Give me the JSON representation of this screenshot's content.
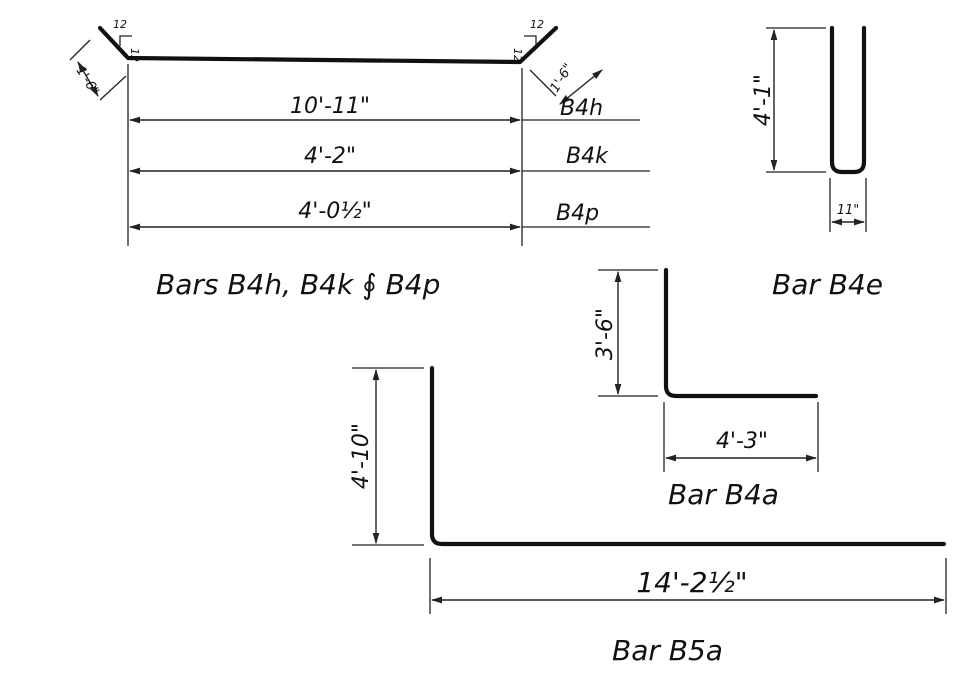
{
  "drawing": {
    "group_b4h": {
      "title": "Bars B4h, B4k ∮ B4p",
      "slope_rise_left": "12",
      "slope_run_left": "12",
      "slope_rise_right": "12",
      "slope_run_right": "12",
      "leg_left": "1'-6\"",
      "leg_right": "1'-6\"",
      "rows": [
        {
          "length": "10'-11\"",
          "mark": "B4h"
        },
        {
          "length": "4'-2\"",
          "mark": "B4k"
        },
        {
          "length": "4'-0½\"",
          "mark": "B4p"
        }
      ]
    },
    "bar_b4e": {
      "title": "Bar B4e",
      "height": "4'-1\"",
      "width": "11\""
    },
    "bar_b4a": {
      "title": "Bar B4a",
      "height": "3'-6\"",
      "length": "4'-3\""
    },
    "bar_b5a": {
      "title": "Bar B5a",
      "height": "4'-10\"",
      "length": "14'-2½\""
    }
  }
}
